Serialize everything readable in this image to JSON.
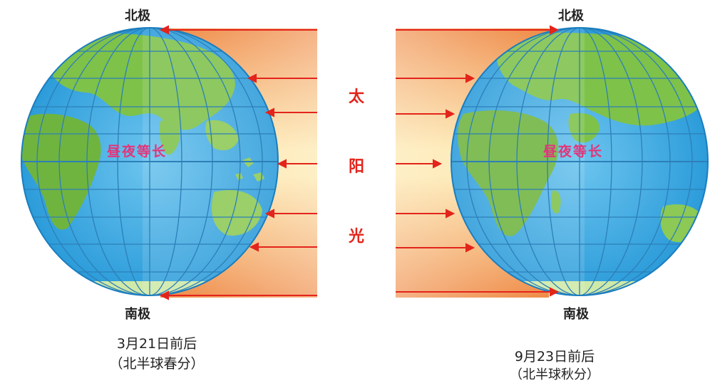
{
  "left_globe": {
    "north_label": "北极",
    "south_label": "南极",
    "center_text": "昼夜等长",
    "date": "3月21日前后",
    "season": "（北半球春分）"
  },
  "right_globe": {
    "north_label": "北极",
    "south_label": "南极",
    "center_text": "昼夜等长",
    "date": "9月23日前后",
    "season": "（北半球秋分）"
  },
  "sunlight": {
    "chars": [
      "太",
      "阳",
      "光"
    ]
  },
  "colors": {
    "ocean": "#35a9e0",
    "land": "#7ec24a",
    "arrow": "#e3241b",
    "sun_band_top": "#f08a3c",
    "sun_band_mid": "#fde39a"
  }
}
